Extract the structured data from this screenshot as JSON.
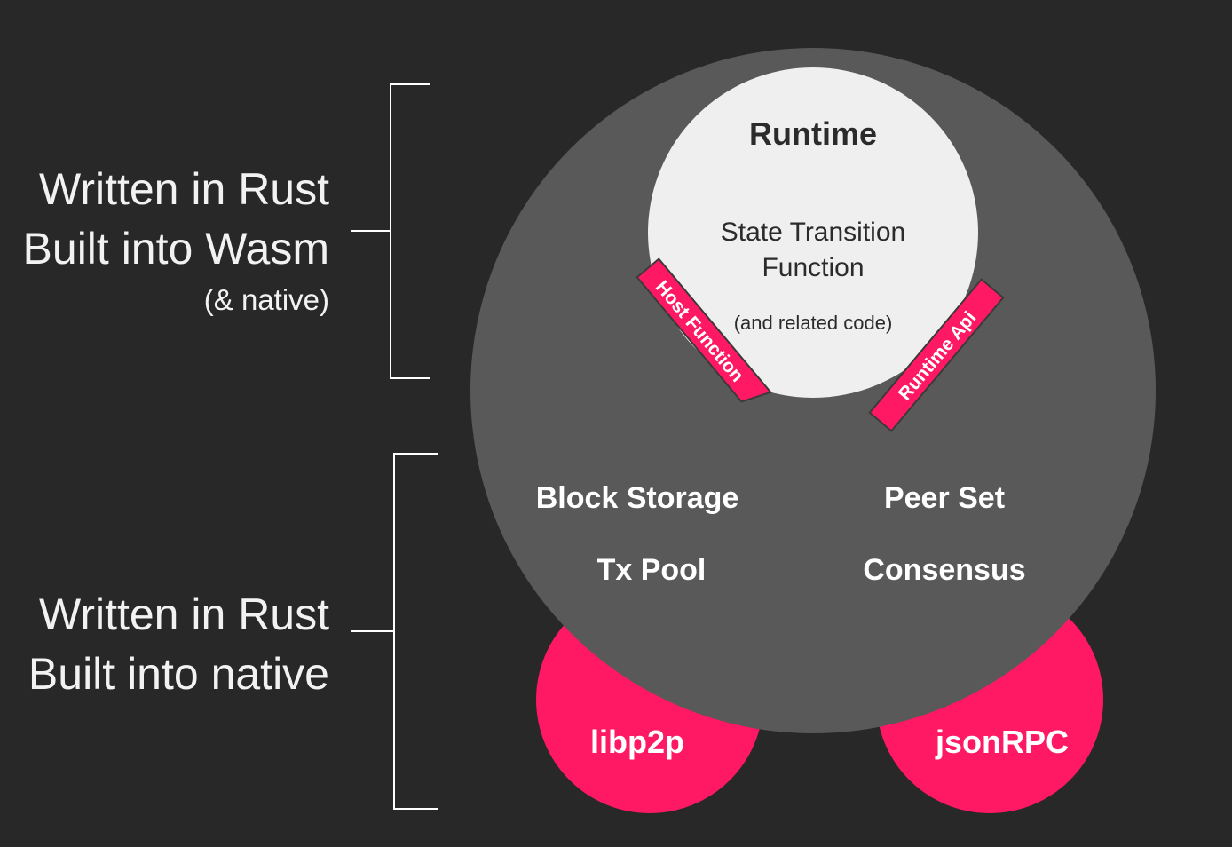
{
  "labels": {
    "wasm": {
      "line1": "Written in Rust",
      "line2": "Built into Wasm",
      "note": "(& native)"
    },
    "native": {
      "line1": "Written in Rust",
      "line2": "Built into native"
    }
  },
  "runtime": {
    "title": "Runtime",
    "stf_line1": "State Transition",
    "stf_line2": "Function",
    "related": "(and related code)"
  },
  "interfaces": {
    "host": "Host Function",
    "runtime_api": "Runtime Api"
  },
  "node_modules": {
    "block_storage": "Block Storage",
    "peer_set": "Peer Set",
    "tx_pool": "Tx Pool",
    "consensus": "Consensus"
  },
  "external": {
    "libp2p": "libp2p",
    "jsonrpc": "jsonRPC"
  },
  "colors": {
    "background": "#282828",
    "node_circle": "#595959",
    "runtime_circle": "#efefef",
    "accent": "#ff1864",
    "text_light": "#ffffff",
    "text_dark": "#2b2b2b"
  }
}
